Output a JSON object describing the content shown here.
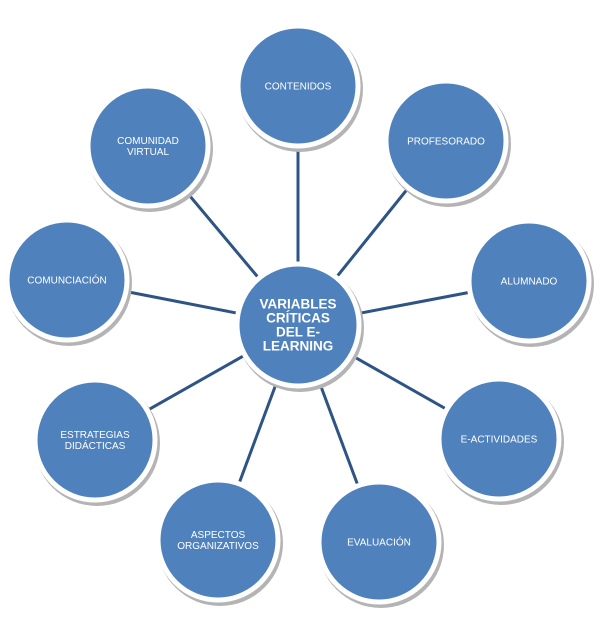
{
  "diagram": {
    "center": {
      "label_lines": [
        "VARIABLES",
        "CRÍTICAS",
        "DEL E-",
        "LEARNING"
      ]
    },
    "nodes": [
      {
        "id": "contenidos",
        "label_lines": [
          "CONTENIDOS"
        ]
      },
      {
        "id": "profesorado",
        "label_lines": [
          "PROFESORADO"
        ]
      },
      {
        "id": "alumnado",
        "label_lines": [
          "ALUMNADO"
        ]
      },
      {
        "id": "e-actividades",
        "label_lines": [
          "E-ACTIVIDADES"
        ]
      },
      {
        "id": "evaluacion",
        "label_lines": [
          "EVALUACIÓN"
        ]
      },
      {
        "id": "aspectos-organizativos",
        "label_lines": [
          "ASPECTOS",
          "ORGANIZATIVOS"
        ]
      },
      {
        "id": "estrategias-didacticas",
        "label_lines": [
          "ESTRATEGIAS",
          "DIDÁCTICAS"
        ]
      },
      {
        "id": "comunciacion",
        "label_lines": [
          "COMUNCIACIÓN"
        ]
      },
      {
        "id": "comunidad-virtual",
        "label_lines": [
          "COMUNIDAD",
          "VIRTUAL"
        ]
      }
    ],
    "colors": {
      "node_fill": "#4f81bd",
      "node_border": "#ffffff",
      "connector": "#2e5486",
      "label_text": "#ffffff"
    }
  }
}
